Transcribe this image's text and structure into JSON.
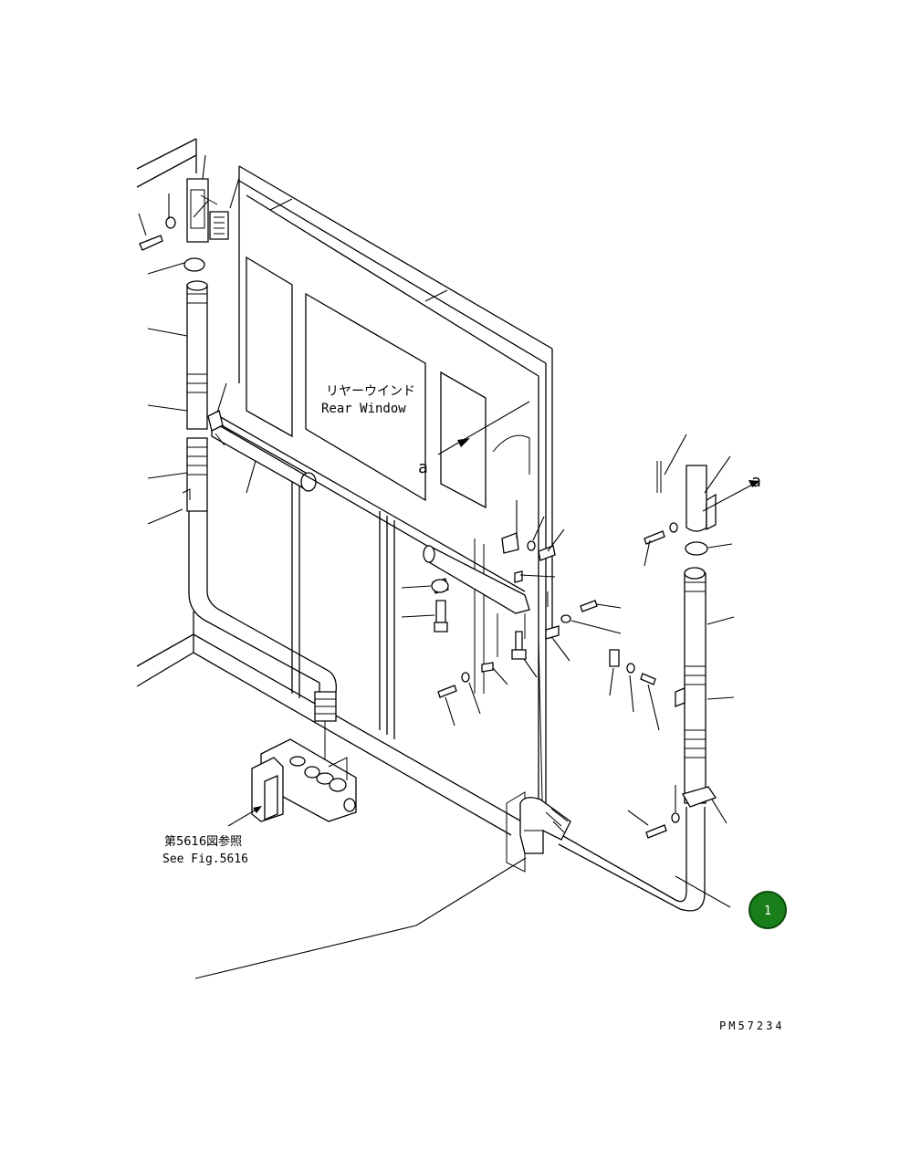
{
  "window_label_jp": "リヤーウインド",
  "window_label_en": "Rear Window",
  "ref_jp": "第5616図参照",
  "ref_en": "See Fig.5616",
  "marker_a": "a",
  "callout_number": "1",
  "callout_color": "#1a7f1a",
  "drawing_code": "PM57234"
}
